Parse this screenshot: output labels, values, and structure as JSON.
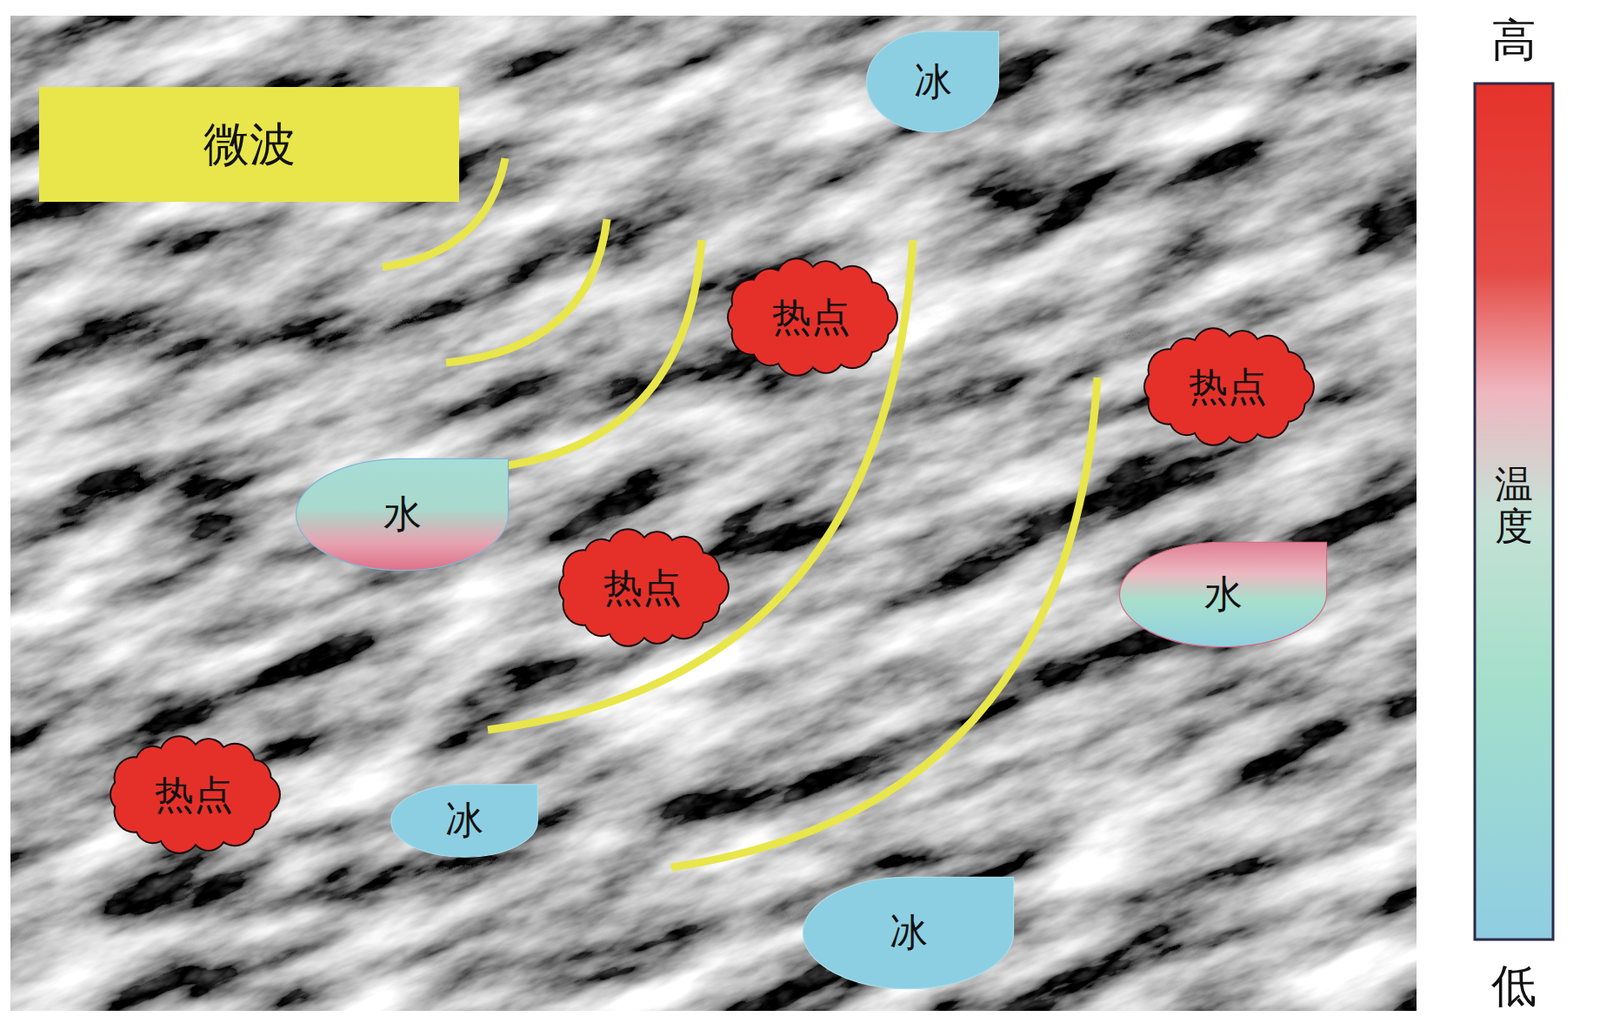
{
  "diagram": {
    "nodes": [
      {
        "text": [
          "微波"
        ]
      },
      {
        "text": [
          "冰"
        ]
      },
      {
        "text": [
          "热点"
        ]
      },
      {
        "text": [
          "热点"
        ]
      },
      {
        "text": [
          "水"
        ]
      },
      {
        "text": [
          "热点"
        ]
      },
      {
        "text": [
          "水"
        ]
      },
      {
        "text": [
          "热点"
        ]
      },
      {
        "text": [
          "冰"
        ]
      },
      {
        "text": [
          "冰"
        ]
      }
    ],
    "labels": [
      "高",
      "温度",
      "低"
    ]
  }
}
